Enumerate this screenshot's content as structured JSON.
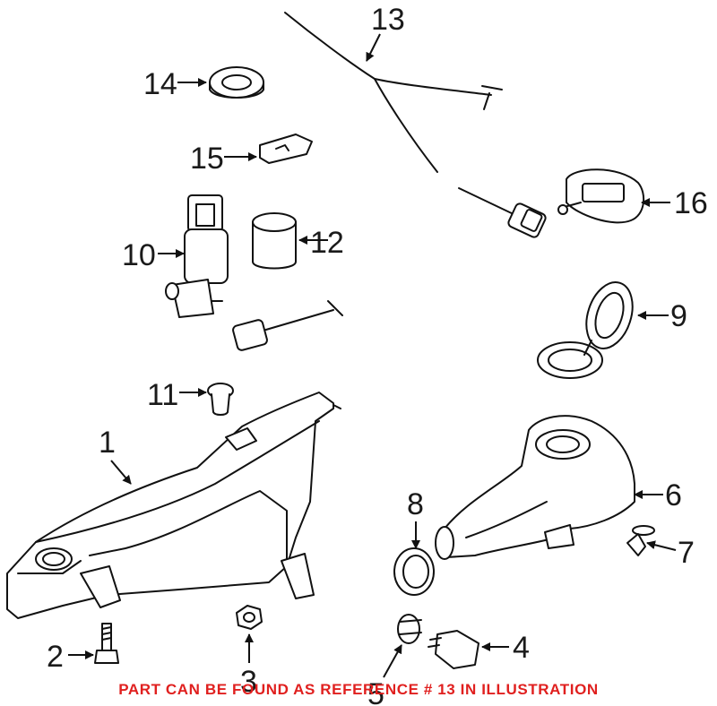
{
  "callouts": {
    "c1": "1",
    "c2": "2",
    "c3": "3",
    "c4": "4",
    "c5": "5",
    "c6": "6",
    "c7": "7",
    "c8": "8",
    "c9": "9",
    "c10": "10",
    "c11": "11",
    "c12": "12",
    "c13": "13",
    "c14": "14",
    "c15": "15",
    "c16": "16"
  },
  "caption": "PART CAN BE FOUND AS REFERENCE # 13 IN ILLUSTRATION",
  "colors": {
    "caption": "#e0201f",
    "lines": "#111111"
  }
}
